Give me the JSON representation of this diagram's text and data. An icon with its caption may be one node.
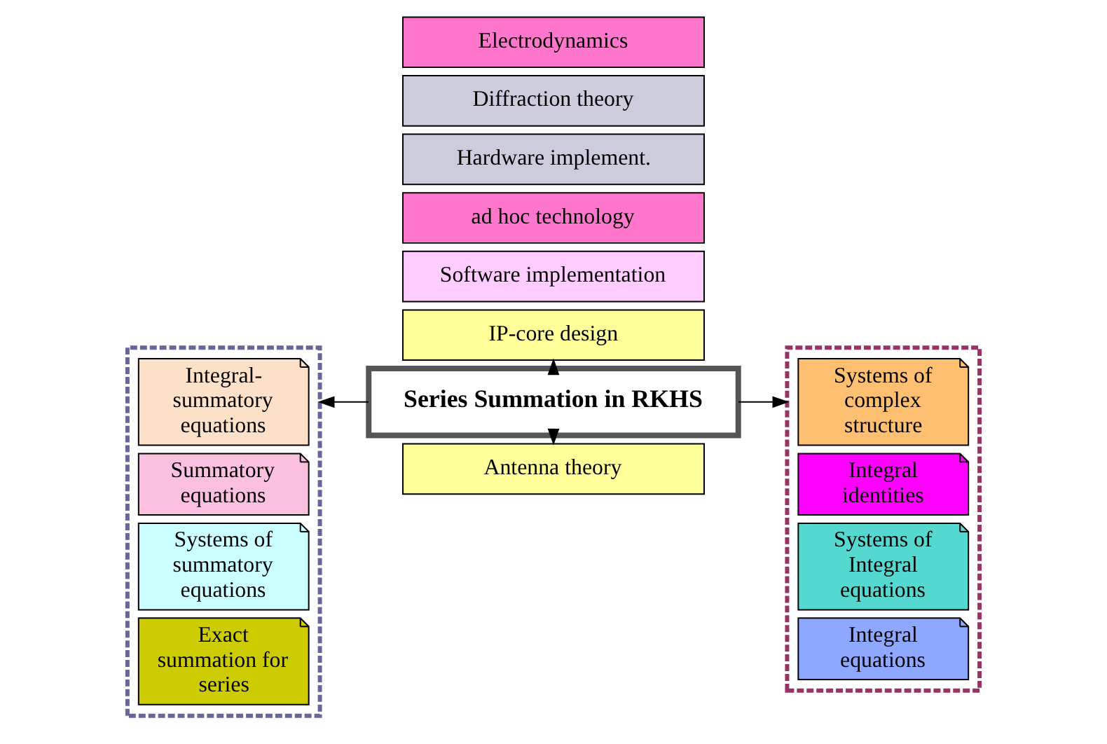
{
  "diagram": {
    "nodes": [
      {
        "text": [],
        "shape": "box"
      },
      {
        "text": [
          "Integral-summatory equations"
        ],
        "in": 0
      },
      {
        "text": [
          "Summatory equations"
        ],
        "in": 0
      },
      {
        "text": [
          "Systems of summatory equations"
        ],
        "in": 0
      },
      {
        "text": [
          "Exact summation for series"
        ],
        "in": 0
      },
      {
        "text": [
          "Software implementation"
        ]
      },
      {
        "text": [
          "ad hoc technology"
        ]
      },
      {
        "text": [
          "Hardware implement."
        ]
      },
      {
        "text": [
          "IP-core design"
        ]
      },
      {
        "text": [
          "Series Summation in RKHS"
        ]
      },
      {
        "text": [
          "Antenna theory"
        ]
      },
      {
        "text": [
          "Diffraction theory"
        ]
      },
      {
        "text": [
          "Electrodynamics"
        ]
      },
      {
        "text": [],
        "shape": "box"
      },
      {
        "text": [
          "Systems of complex structure"
        ],
        "in": 13
      },
      {
        "text": [
          "Integral identities"
        ],
        "in": 13
      },
      {
        "text": [
          "Systems of Integral equations"
        ],
        "in": 13
      },
      {
        "text": [
          "Integral equations"
        ],
        "in": 13
      }
    ],
    "edges": [
      {
        "from": 9,
        "to": 8,
        "arrow": "to"
      },
      {
        "from": 9,
        "to": 10,
        "arrow": "to"
      },
      {
        "from": 9,
        "to": 0,
        "arrow": "to"
      },
      {
        "from": 9,
        "to": 13,
        "arrow": "to"
      }
    ]
  }
}
